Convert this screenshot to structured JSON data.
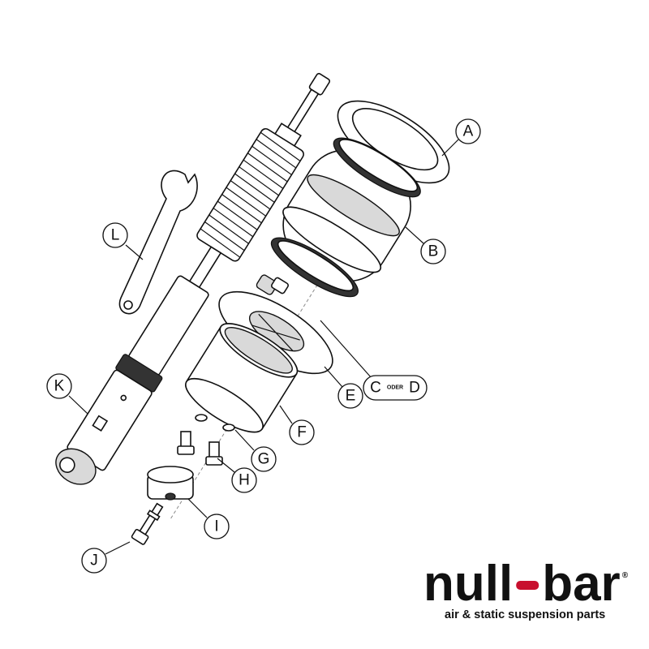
{
  "diagram": {
    "callouts": [
      {
        "id": "A",
        "label": "A"
      },
      {
        "id": "B",
        "label": "B"
      },
      {
        "id": "C",
        "label": "C"
      },
      {
        "id": "D",
        "label": "D"
      },
      {
        "id": "E",
        "label": "E"
      },
      {
        "id": "F",
        "label": "F"
      },
      {
        "id": "G",
        "label": "G"
      },
      {
        "id": "H",
        "label": "H"
      },
      {
        "id": "I",
        "label": "I"
      },
      {
        "id": "J",
        "label": "J"
      },
      {
        "id": "K",
        "label": "K"
      },
      {
        "id": "L",
        "label": "L"
      }
    ],
    "or_word": "ODER"
  },
  "logo": {
    "name_left": "null",
    "name_right": "bar",
    "registered": "®",
    "tagline": "air & static suspension parts",
    "accent_color": "#c8102e"
  }
}
